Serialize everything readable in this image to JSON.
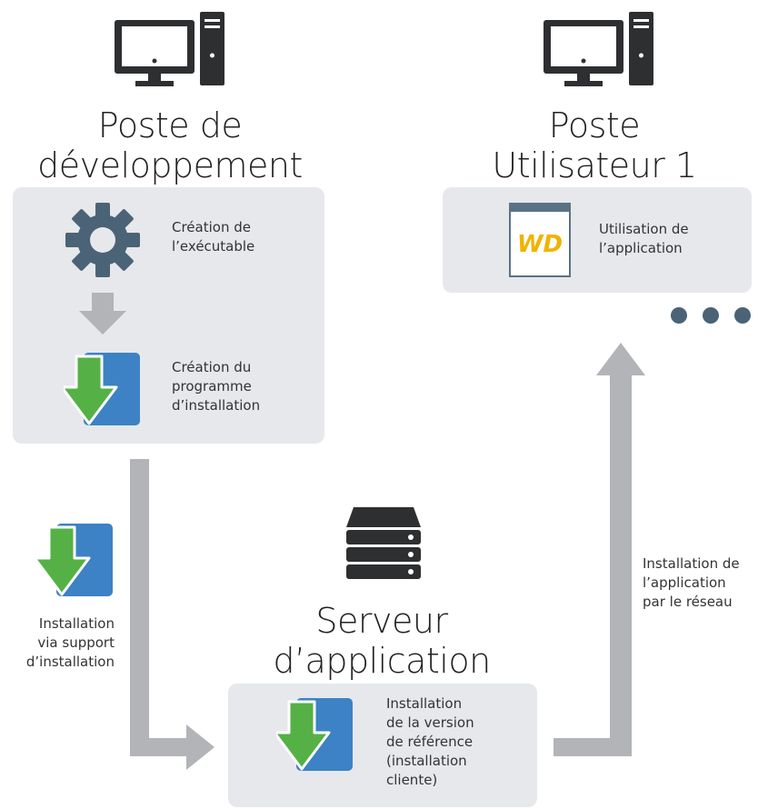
{
  "nodes": {
    "dev_station": {
      "title": [
        "Poste de",
        "développement"
      ],
      "steps": [
        {
          "icon": "gear-icon",
          "label": [
            "Création de",
            "l’exécutable"
          ]
        },
        {
          "icon": "install-package-icon",
          "label": [
            "Création du",
            "programme",
            "d’installation"
          ]
        }
      ]
    },
    "user_station": {
      "title": [
        "Poste",
        "Utilisateur 1"
      ],
      "steps": [
        {
          "icon": "wd-application-icon",
          "label": [
            "Utilisation de",
            "l’application"
          ]
        }
      ],
      "more_indicator": "more-stations-dots-icon"
    },
    "app_server": {
      "title": [
        "Serveur",
        "d’application"
      ],
      "steps": [
        {
          "icon": "install-package-icon",
          "label": [
            "Installation",
            "de la version",
            "de référence",
            "(installation",
            "cliente)"
          ]
        }
      ]
    }
  },
  "edges": {
    "support_install": {
      "icon": "install-package-icon",
      "label": [
        "Installation",
        "via support",
        "d’installation"
      ]
    },
    "network_install": {
      "label": [
        "Installation de",
        "l’application",
        "par le réseau"
      ]
    }
  },
  "colors": {
    "panel": "#e6e8ec",
    "arrow": "#b2b4b7",
    "icon_dark": "#2e2f31",
    "gear": "#4b6376",
    "package_blue": "#3d82c4",
    "arrow_green": "#55b145",
    "wd_yellow": "#f0b400"
  }
}
